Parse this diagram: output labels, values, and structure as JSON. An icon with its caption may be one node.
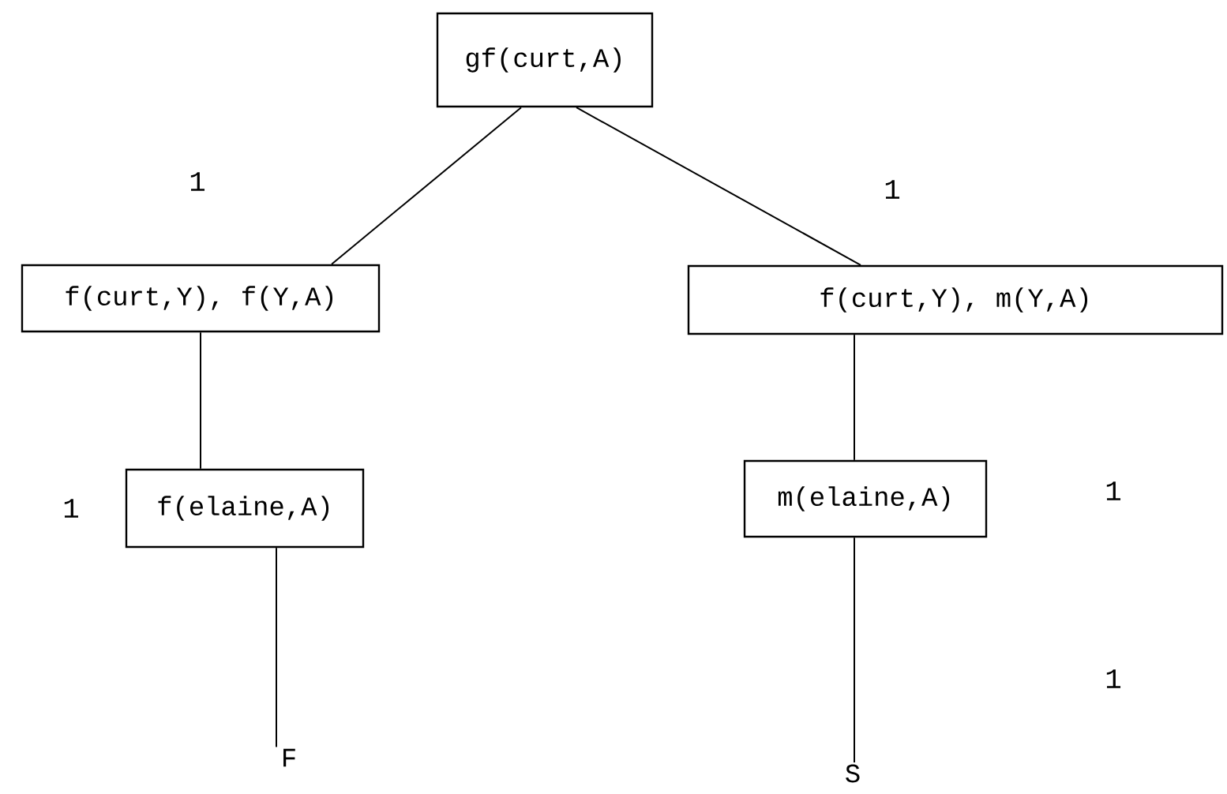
{
  "diagram": {
    "nodes": [
      {
        "text": [
          "gf(curt,A)"
        ]
      },
      {
        "text": [
          "f(curt,Y), f(Y,A)"
        ]
      },
      {
        "text": [
          "f(curt,Y), m(Y,A)"
        ]
      },
      {
        "text": [
          "f(elaine,A)"
        ]
      },
      {
        "text": [
          "m(elaine,A)"
        ]
      },
      {
        "text": [
          "F"
        ]
      },
      {
        "text": [
          "S"
        ]
      }
    ],
    "edges": [
      {
        "from": 0,
        "to": 1,
        "arrow": "none"
      },
      {
        "from": 0,
        "to": 2,
        "arrow": "none"
      },
      {
        "from": 1,
        "to": 3,
        "arrow": "none"
      },
      {
        "from": 3,
        "to": 5,
        "arrow": "none"
      },
      {
        "from": 2,
        "to": 4,
        "arrow": "none"
      },
      {
        "from": 4,
        "to": 6,
        "arrow": "none"
      }
    ],
    "labels": [
      "1",
      "1",
      "1",
      "1",
      "1"
    ]
  }
}
